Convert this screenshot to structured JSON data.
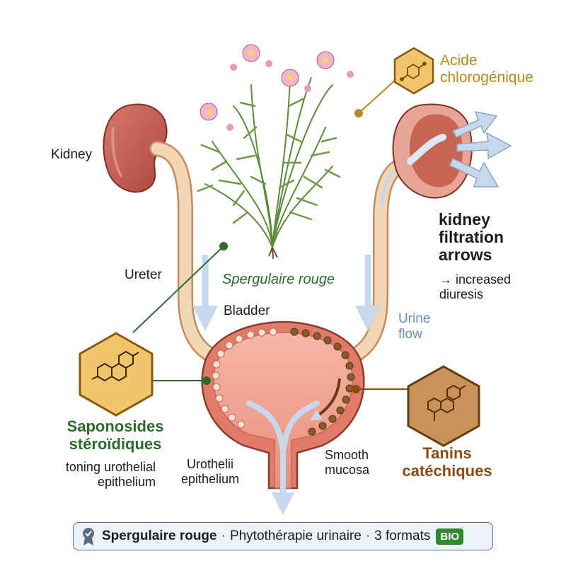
{
  "labels": {
    "kidney": "Kidney",
    "ureter": "Ureter",
    "bladder": "Bladder",
    "plant_name": "Spergulaire rouge",
    "urine_flow": "Urine\nflow",
    "acide": "Acide\nchlorogénique",
    "kidney_filtration": "kidney\nfiltration\narrows",
    "diuresis": "→ increased\ndiuresis",
    "saponosides": "Saponosides\nstéroïdiques",
    "toning": "toning urothelial\nepithelium",
    "urothelii": "Urothelii\nepithelium",
    "smooth": "Smooth\nmucosa",
    "tanins": "Tanins\ncatéchiques"
  },
  "footer": {
    "name": "Spergulaire rouge",
    "separator": "·",
    "subtitle": "Phytothérapie urinaire",
    "formats": "3 formats",
    "bio": "BIO"
  },
  "colors": {
    "green": "#2c6a2c",
    "brown": "#8a4a12",
    "gold": "#b8891c",
    "arrow_blue": "#c6d8ec",
    "kidney_red": "#c05a4e",
    "ureter": "#f3d6b3",
    "bladder_pink": "#f0a292",
    "mucosa_brown": "#8a5a2a",
    "hex_fill": "#f0c66a"
  },
  "icons": [
    "badge-icon",
    "molecule-icon",
    "plant-icon",
    "arrow-icon"
  ]
}
